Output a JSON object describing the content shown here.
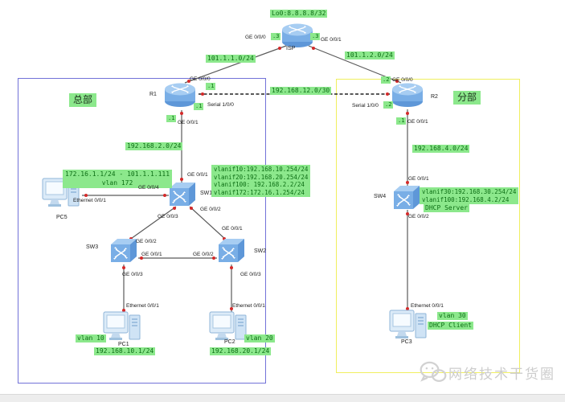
{
  "isp": {
    "name": "ISP",
    "loopback": "Lo0:8.8.8.8/32",
    "left_port": "GE 0/0/0",
    "left_num": ".3",
    "right_port": "GE 0/0/1",
    "right_num": ".3"
  },
  "links": {
    "isp_r1": "101.1.1.0/24",
    "isp_r2": "101.1.2.0/24",
    "serial_net": "192.168.12.0/30"
  },
  "hq": {
    "title": "总部",
    "r1": {
      "name": "R1",
      "top_port": "GE 0/0/0",
      "top_num": ".1",
      "serial_port": "Serial 1/0/0",
      "serial_num": ".1",
      "bottom_port": "GE 0/0/1",
      "bottom_num": ".1"
    },
    "net": "192.168.2.0/24",
    "sw1": {
      "name": "SW1",
      "top_port": "GE 0/0/1",
      "left_port": "GE 0/0/4",
      "bl_port": "GE 0/0/3",
      "br_port": "GE 0/0/2",
      "vlanifs": [
        "vlanif10:192.168.10.254/24",
        "vlanif20:192.168.20.254/24",
        "vlanif100: 192.168.2.2/24",
        "vlanif172:172.16.1.254/24"
      ]
    },
    "pc5": {
      "name": "PC5",
      "port": "Ethernet 0/0/1",
      "note1": "172.16.1.1/24 - 101.1.1.111",
      "note2": "vlan 172"
    },
    "sw3": {
      "name": "SW3",
      "top_port": "GE 0/0/2",
      "right_port": "GE 0/0/1",
      "bottom_port": "GE 0/0/3"
    },
    "sw2": {
      "name": "SW2",
      "top_port": "GE 0/0/1",
      "left_port": "GE 0/0/2",
      "bottom_port": "GE 0/0/3"
    },
    "pc1": {
      "name": "PC1",
      "port": "Ethernet 0/0/1",
      "vlan": "vlan 10",
      "ip": "192.168.10.1/24"
    },
    "pc2": {
      "name": "PC2",
      "port": "Ethernet 0/0/1",
      "vlan": "vlan 20",
      "ip": "192.168.20.1/24"
    }
  },
  "branch": {
    "title": "分部",
    "r2": {
      "name": "R2",
      "top_port": "GE 0/0/0",
      "top_num": ".2",
      "serial_port": "Serial 1/0/0",
      "serial_num": ".2",
      "bottom_port": "GE 0/0/1",
      "bottom_num": ".1"
    },
    "net": "192.168.4.0/24",
    "sw4": {
      "name": "SW4",
      "top_port": "GE 0/0/1",
      "bottom_port": "GE 0/0/2",
      "vlanifs": [
        "vlanif30:192.168.30.254/24",
        "vlanif100:192.168.4.2/24"
      ],
      "role": "DHCP Server"
    },
    "pc3": {
      "name": "PC3",
      "port": "Ethernet 0/0/1",
      "vlan": "vlan 30",
      "role": "DHCP Client"
    }
  },
  "watermark": {
    "text": "网络技术干货圈",
    "icon": "wechat-icon"
  },
  "colors": {
    "label_bg": "#8ce88c",
    "hq_border": "#7272d8",
    "branch_border": "#f0ef5f",
    "link": "#5a5a5a",
    "red_dot": "#d42a2a"
  }
}
